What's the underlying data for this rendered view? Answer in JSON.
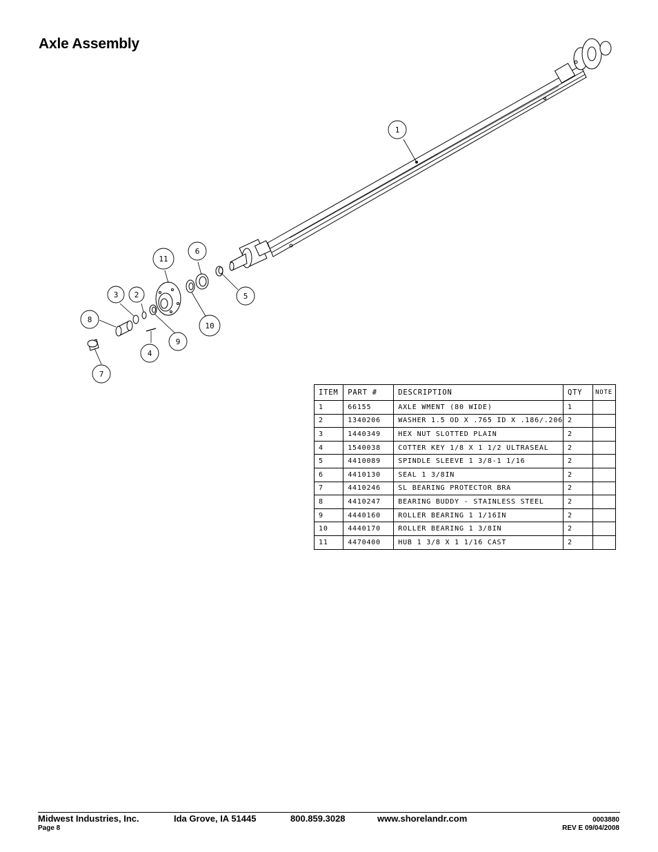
{
  "page": {
    "title": "Axle Assembly"
  },
  "callouts": [
    "1",
    "2",
    "3",
    "4",
    "5",
    "6",
    "7",
    "8",
    "9",
    "10",
    "11"
  ],
  "parts_table": {
    "headers": [
      "ITEM",
      "PART #",
      "DESCRIPTION",
      "QTY",
      "NOTE"
    ],
    "rows": [
      {
        "item": "1",
        "part": "66155",
        "description": "AXLE WMENT (80 WIDE)",
        "qty": "1",
        "note": ""
      },
      {
        "item": "2",
        "part": "1340206",
        "description": "WASHER 1.5 OD X .765 ID X .186/.206",
        "qty": "2",
        "note": ""
      },
      {
        "item": "3",
        "part": "1440349",
        "description": "HEX NUT SLOTTED PLAIN",
        "qty": "2",
        "note": ""
      },
      {
        "item": "4",
        "part": "1540038",
        "description": "COTTER KEY 1/8 X 1 1/2 ULTRASEAL",
        "qty": "2",
        "note": ""
      },
      {
        "item": "5",
        "part": "4410089",
        "description": "SPINDLE SLEEVE  1 3/8-1 1/16",
        "qty": "2",
        "note": ""
      },
      {
        "item": "6",
        "part": "4410130",
        "description": "SEAL  1 3/8IN",
        "qty": "2",
        "note": ""
      },
      {
        "item": "7",
        "part": "4410246",
        "description": "SL BEARING PROTECTOR BRA",
        "qty": "2",
        "note": ""
      },
      {
        "item": "8",
        "part": "4410247",
        "description": "BEARING BUDDY - STAINLESS STEEL",
        "qty": "2",
        "note": ""
      },
      {
        "item": "9",
        "part": "4440160",
        "description": "ROLLER BEARING   1 1/16IN",
        "qty": "2",
        "note": ""
      },
      {
        "item": "10",
        "part": "4440170",
        "description": "ROLLER BEARING   1 3/8IN",
        "qty": "2",
        "note": ""
      },
      {
        "item": "11",
        "part": "4470400",
        "description": "HUB  1 3/8 X 1 1/16 CAST",
        "qty": "2",
        "note": ""
      }
    ]
  },
  "footer": {
    "company": "Midwest Industries, Inc.",
    "location": "Ida Grove, IA  51445",
    "phone": "800.859.3028",
    "website": "www.shorelandr.com",
    "page": "Page 8",
    "doc_number": "0003880",
    "revision": "REV E  09/04/2008"
  }
}
